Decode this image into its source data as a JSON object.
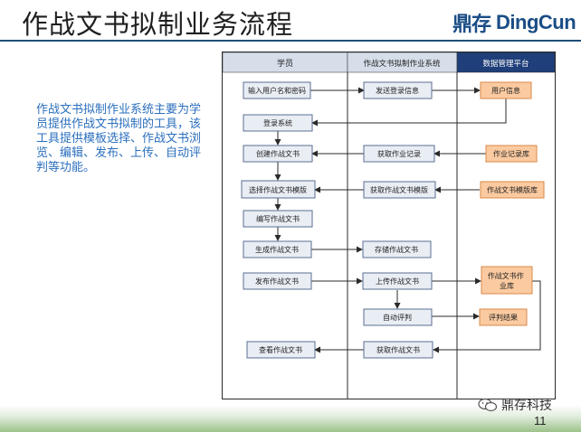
{
  "title": "作战文书拟制业务流程",
  "logo": {
    "cn": "鼎存",
    "en": "DingCun"
  },
  "description": "作战文书拟制作业系统主要为学员提供作战文书拟制的工具，该工具提供模板选择、作战文书浏览、编辑、发布、上传、自动评判等功能。",
  "lanes": [
    {
      "id": "student",
      "label": "学员"
    },
    {
      "id": "system",
      "label": "作战文书拟制作业系统"
    },
    {
      "id": "data",
      "label": "数据管理平台"
    }
  ],
  "nodes": {
    "login_input": "输入用户名和密码",
    "send_login": "发送登录信息",
    "user_info": "用户信息",
    "login_system": "登录系统",
    "create_doc": "创建作战文书",
    "get_record": "获取作业记录",
    "record_db": "作业记录库",
    "select_template": "选择作战文书模版",
    "get_template": "获取作战文书模版",
    "template_db": "作战文书模版库",
    "edit_doc": "编写作战文书",
    "generate_doc": "生成作战文书",
    "store_doc": "存储作战文书",
    "publish_doc": "发布作战文书",
    "upload_doc": "上传作战文书",
    "doc_db": "作战文书作业库",
    "auto_eval": "自动评判",
    "eval_result": "评判结果",
    "view_doc": "查看作战文书",
    "get_doc": "获取作战文书"
  },
  "colors": {
    "header_blue": "#1f3f7a",
    "header_gray": "#d6deea",
    "box_fill": "#e9edf4",
    "box_stroke": "#5a6f92",
    "data_fill": "#fbcaa0",
    "data_stroke": "#d9894a"
  },
  "watermark": "鼎存科技",
  "page_number": "11"
}
